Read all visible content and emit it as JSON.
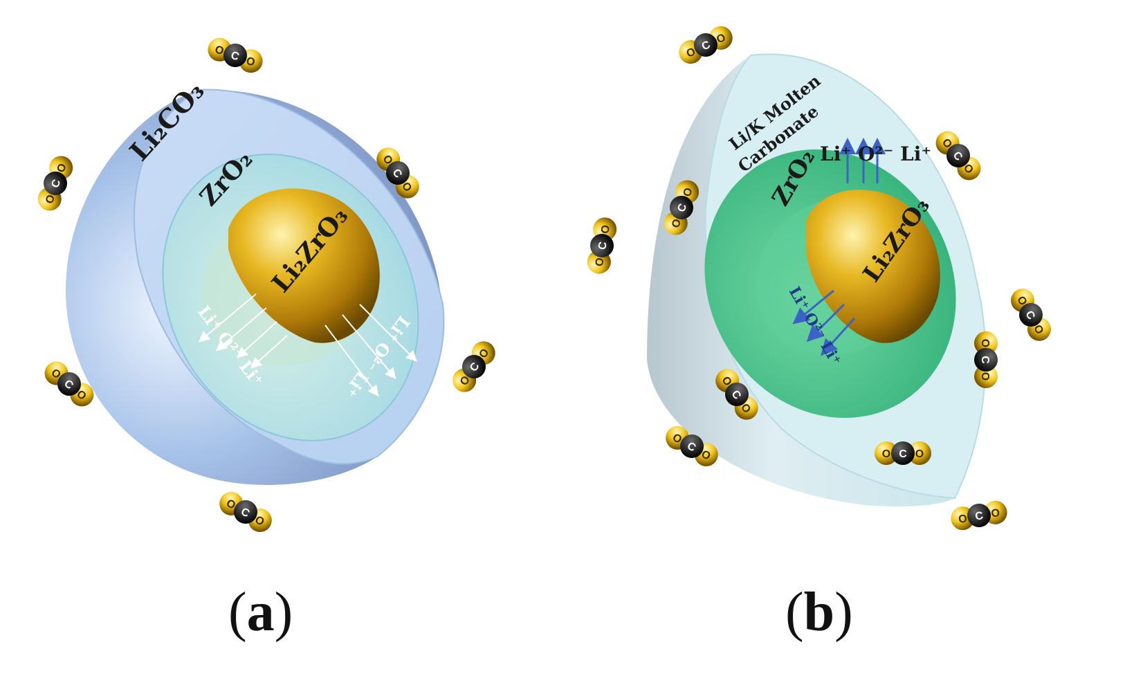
{
  "panel_a": {
    "shell_label": "Li₂CO₃",
    "middle_label": "ZrO₂",
    "core_label": "Li₂ZrO₃",
    "ion_left": "Li⁺ O²⁻ Li⁺",
    "ion_right": "Li⁺ O²⁻ Li⁺",
    "caption_letter": "a"
  },
  "panel_b": {
    "shell_label_line1": "Li/K Molten",
    "shell_label_line2": "Carbonate",
    "middle_label": "ZrO₂",
    "core_label": "Li₂ZrO₃",
    "ion_top": "Li⁺ O²⁻ Li⁺",
    "ion_lower": "Li⁺ O²⁻ Li⁺",
    "caption_letter": "b"
  },
  "molecule": {
    "atom_o": "O",
    "atom_c": "C"
  },
  "colors": {
    "core_gold": "#d9a516",
    "shell_a": "#bcd6f2",
    "zro2_a": "#a9dbe6",
    "shell_b": "#d6ecf0",
    "zro2_b": "#3fbf86",
    "arrow_b": "#3b63c6"
  }
}
